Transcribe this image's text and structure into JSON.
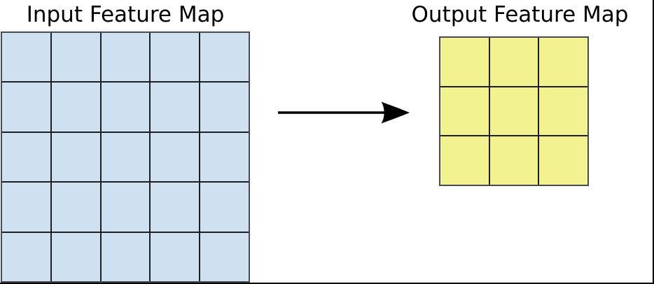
{
  "diagram": {
    "input_map": {
      "title": "Input Feature Map",
      "rows": 5,
      "cols": 5,
      "cell_color": "#cfe0f1",
      "line_color": "#1c1f24",
      "border_color": "#474c54"
    },
    "output_map": {
      "title": "Output Feature Map",
      "rows": 3,
      "cols": 3,
      "cell_color": "#f2f290",
      "line_color": "#1c1f24",
      "border_color": "#474c54"
    },
    "arrow": {
      "direction": "right",
      "color": "#000000"
    },
    "frame_color": "#000000"
  }
}
